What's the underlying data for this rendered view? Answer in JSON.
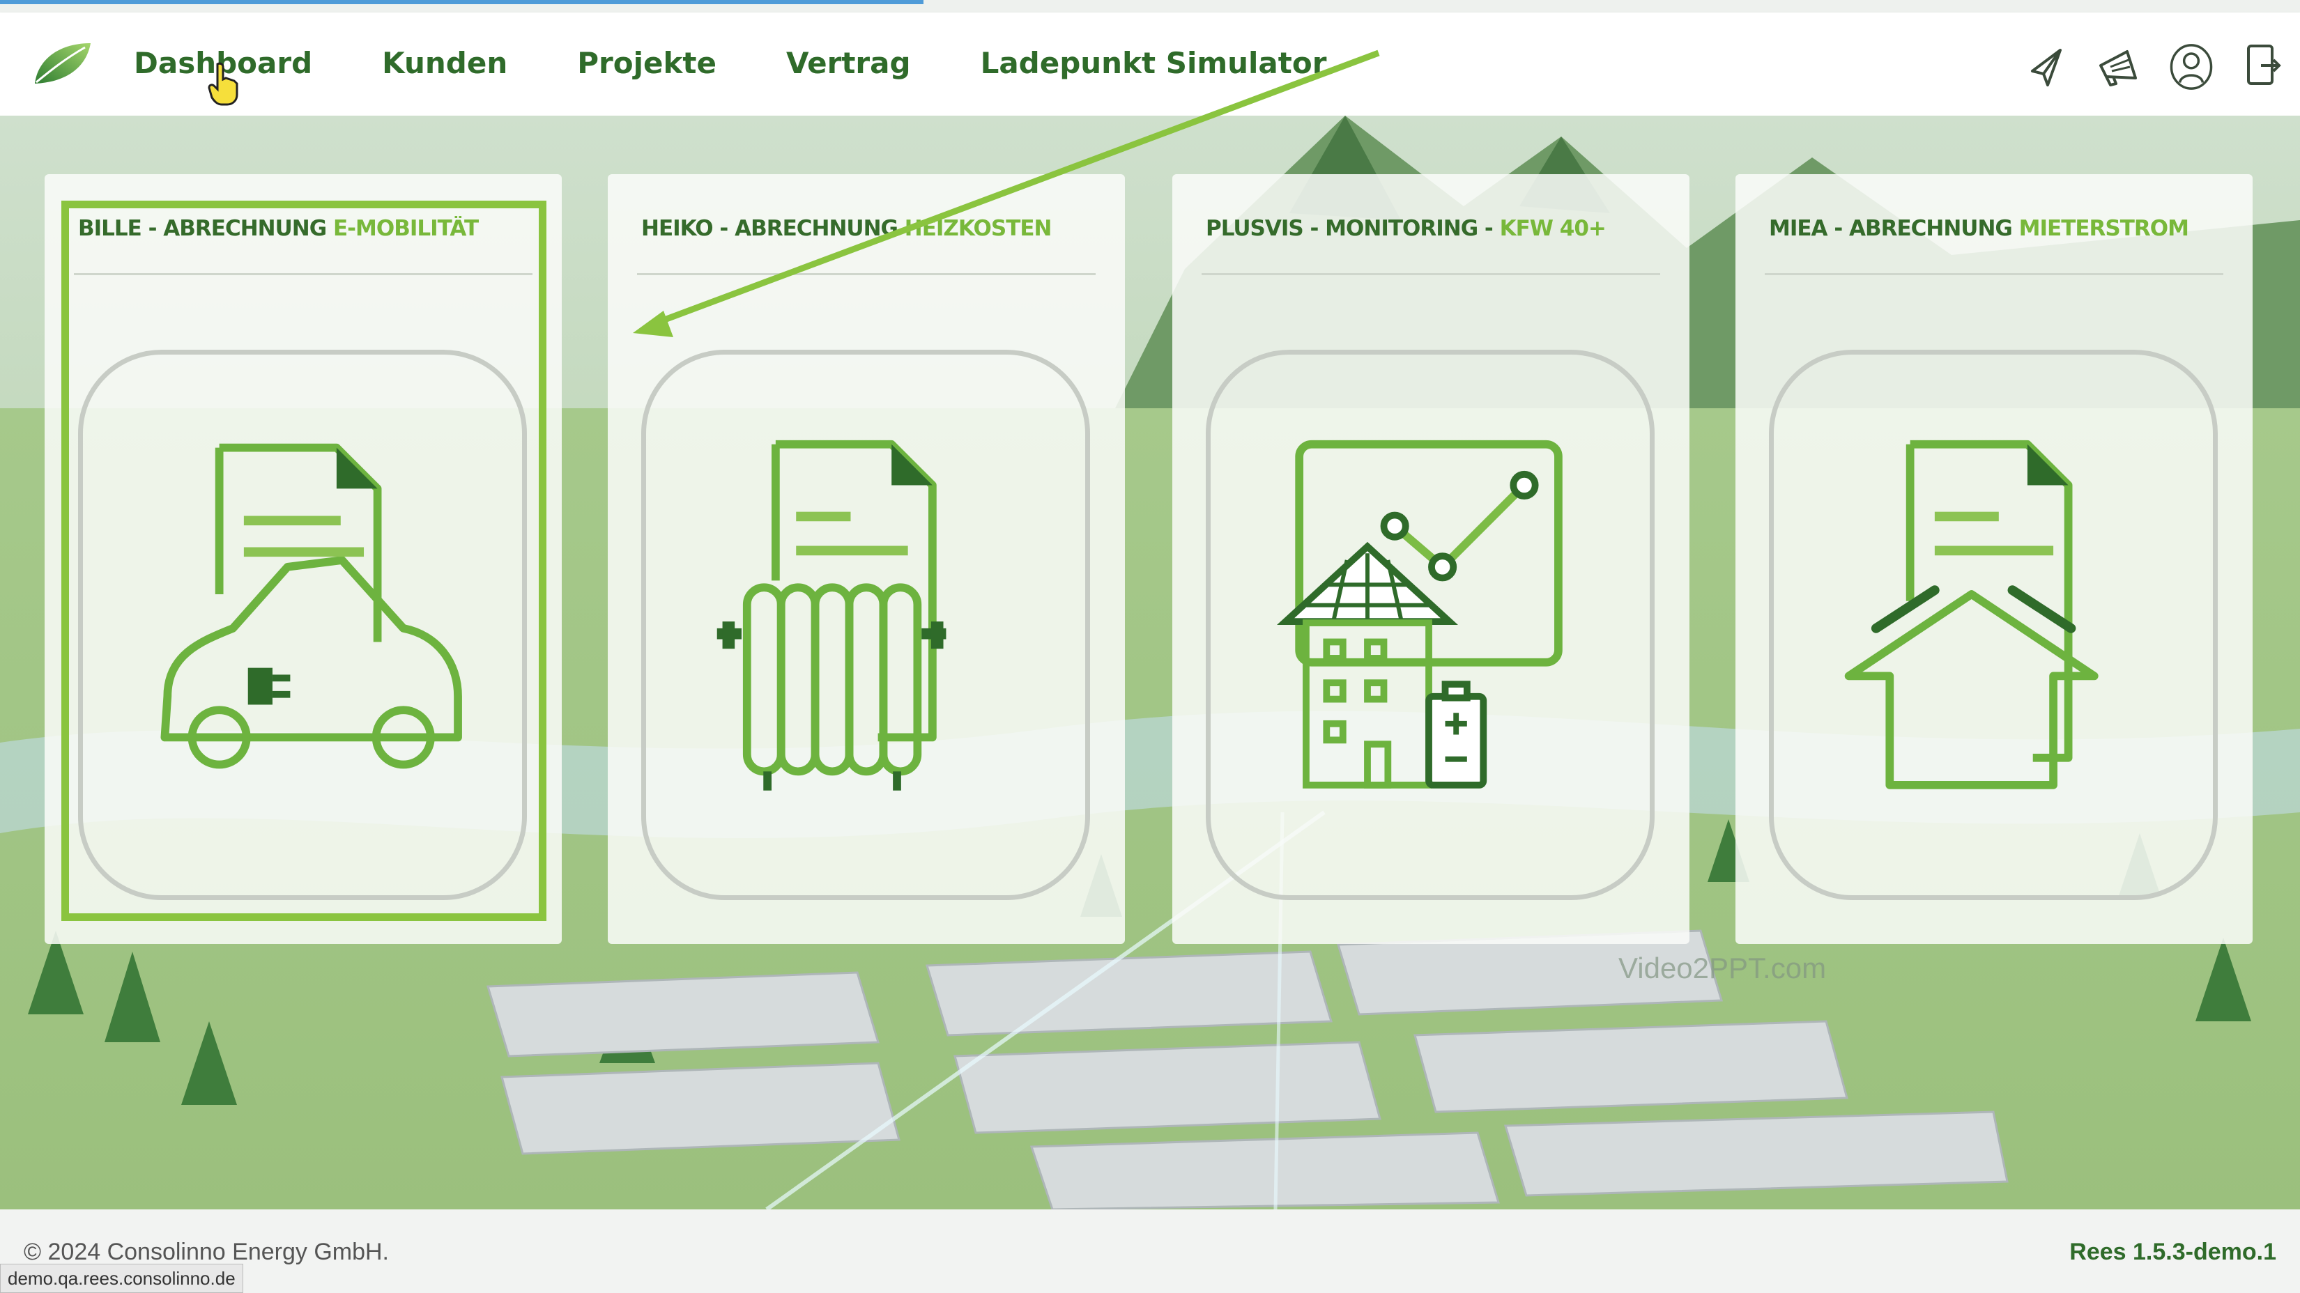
{
  "nav": {
    "items": [
      {
        "label": "Dashboard"
      },
      {
        "label": "Kunden"
      },
      {
        "label": "Projekte"
      },
      {
        "label": "Vertrag"
      },
      {
        "label": "Ladepunkt Simulator"
      }
    ]
  },
  "header_icons": [
    "send-icon",
    "megaphone-icon",
    "user-profile-icon",
    "logout-icon"
  ],
  "cards": [
    {
      "title_main": "BILLE - ABRECHNUNG ",
      "title_accent": "E-MOBILITÄT",
      "icon": "ev-car-document-icon"
    },
    {
      "title_main": "HEIKO - ABRECHNUNG ",
      "title_accent": "HEIZKOSTEN",
      "icon": "radiator-document-icon"
    },
    {
      "title_main": "PLUSVIS - MONITORING - ",
      "title_accent": "KFW 40+",
      "icon": "solar-house-monitoring-icon"
    },
    {
      "title_main": "MIEA - ABRECHNUNG ",
      "title_accent": "MIETERSTROM",
      "icon": "house-document-icon"
    }
  ],
  "watermark": "Video2PPT.com",
  "footer": {
    "copyright": "© 2024 Consolinno Energy GmbH.",
    "version": "Rees 1.5.3-demo.1",
    "status_url": "demo.qa.rees.consolinno.de"
  },
  "colors": {
    "brand_dark": "#2f6b2a",
    "brand_accent": "#78b83a",
    "highlight": "#8ac43f"
  }
}
